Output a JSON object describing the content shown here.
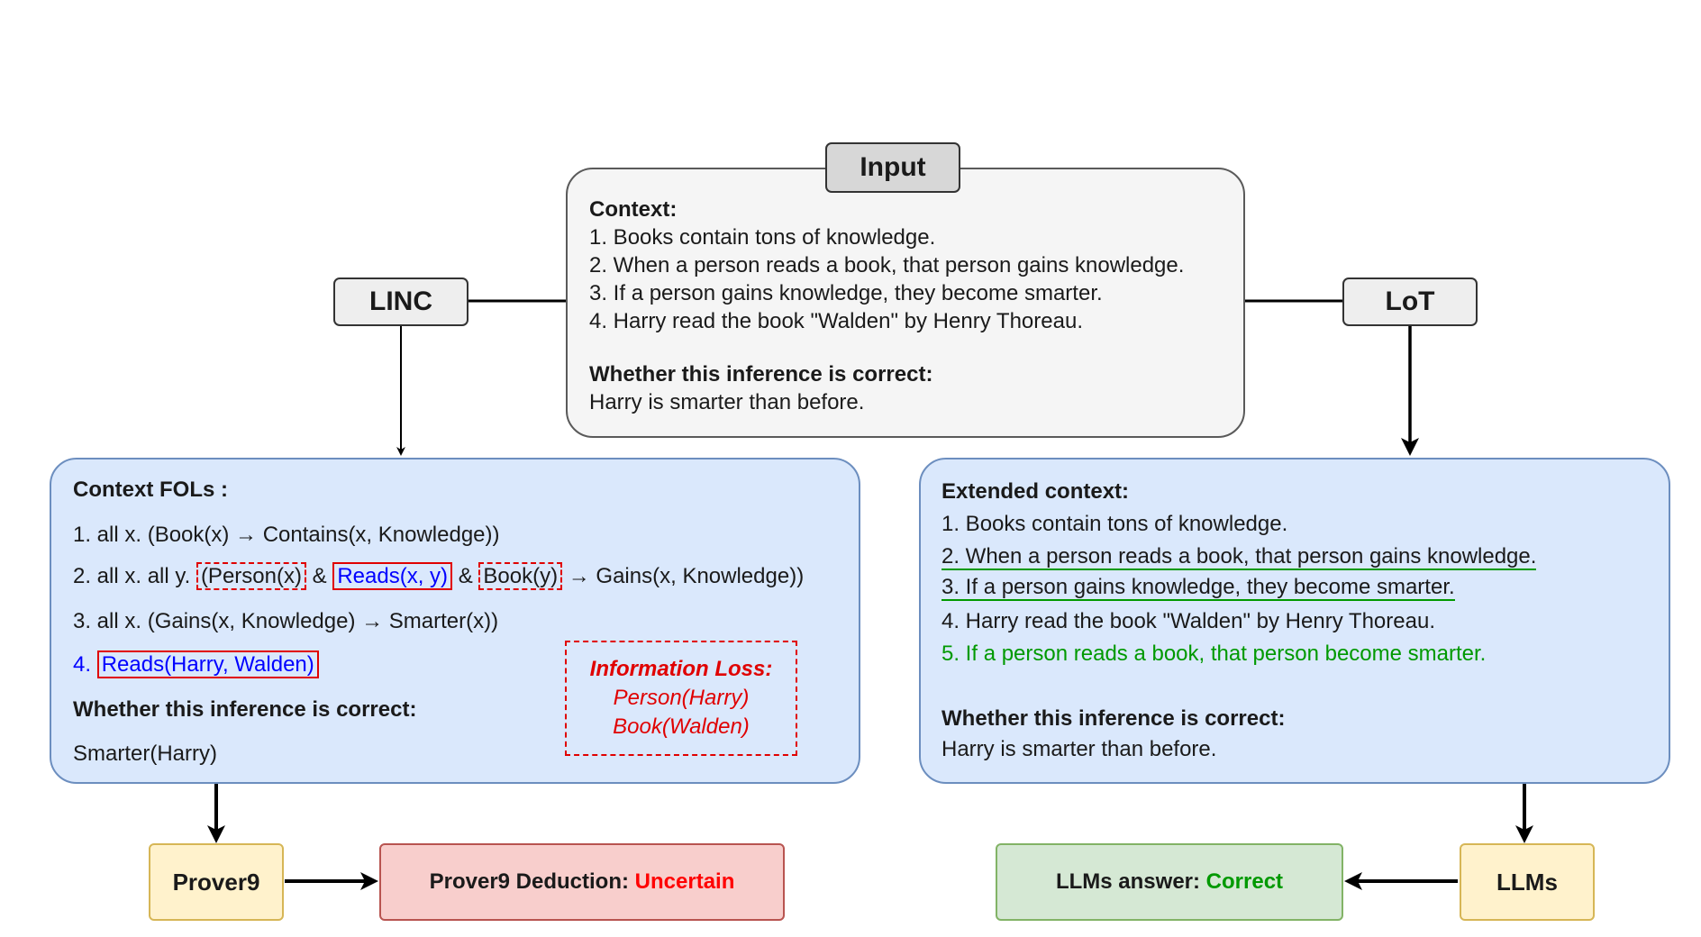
{
  "input": {
    "tag": "Input",
    "context_heading": "Context:",
    "context_lines": [
      "1. Books contain tons of knowledge.",
      "2. When a person reads a book, that person gains knowledge.",
      "3. If a person gains knowledge, they become smarter.",
      "4. Harry read the book \"Walden\" by Henry Thoreau."
    ],
    "question_heading": "Whether this inference is correct:",
    "question": "Harry is smarter than before."
  },
  "linc": {
    "tag": "LINC",
    "heading": "Context FOLs :",
    "fol1": "1. all x. (Book(x) → Contains(x, Knowledge))",
    "fol2_prefix": "2. all x. all y.",
    "fol2_person": "(Person(x)",
    "fol2_amp1": "&",
    "fol2_reads": "Reads(x, y)",
    "fol2_amp2": "&",
    "fol2_book": "Book(y)",
    "fol2_suffix": "→ Gains(x, Knowledge))",
    "fol3": "3. all x. (Gains(x, Knowledge) → Smarter(x))",
    "fol4_num": "4.",
    "fol4_fact": "Reads(Harry, Walden)",
    "question_heading": "Whether this inference is correct:",
    "question": "Smarter(Harry)",
    "loss_title": "Information Loss:",
    "loss_items": [
      "Person(Harry)",
      "Book(Walden)"
    ]
  },
  "lot": {
    "tag": "LoT",
    "heading": "Extended context:",
    "line1": "1. Books contain tons of knowledge.",
    "line2": "2. When a person reads a book, that person gains knowledge.",
    "line3": "3. If a person gains knowledge, they become smarter.",
    "line4": "4. Harry read the book \"Walden\" by Henry Thoreau.",
    "line5": "5. If a person reads a book, that person become smarter.",
    "question_heading": "Whether this inference is correct:",
    "question": "Harry is smarter than before."
  },
  "bottom": {
    "prover9": "Prover9",
    "prover9_deduction_label": "Prover9 Deduction:",
    "prover9_deduction_value": "Uncertain",
    "llms": "LLMs",
    "llms_answer_label": "LLMs answer:",
    "llms_answer_value": "Correct"
  },
  "colors": {
    "input_fill": "#f5f5f5",
    "context_fill": "#dae8fc",
    "context_border": "#6c8ebf",
    "prover_fill": "#fff2cc",
    "uncertain_fill": "#f8cecc",
    "correct_fill": "#d5e8d4",
    "red": "#ff0000",
    "blue": "#0000ff",
    "green": "#009900"
  }
}
